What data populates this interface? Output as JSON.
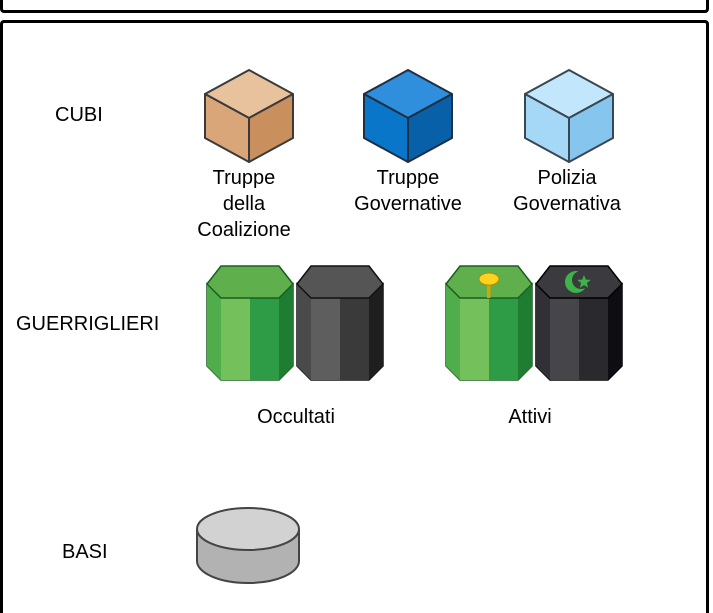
{
  "rows": {
    "cubes": "CUBI",
    "guerrillas": "GUERRIGLIERI",
    "bases": "BASI"
  },
  "cubes": {
    "coalition": {
      "caption_lines": [
        "Truppe",
        "della",
        "Coalizione"
      ],
      "color": "#d4a275"
    },
    "government_troops": {
      "caption_lines": [
        "Truppe",
        "Governative"
      ],
      "color": "#0a76c9"
    },
    "government_police": {
      "caption_lines": [
        "Polizia",
        "Governativa"
      ],
      "color": "#9fd4f4"
    }
  },
  "guerrillas": {
    "underground_caption": "Occultati",
    "active_caption": "Attivi",
    "colors": {
      "green": "#4cad4a",
      "black": "#3f3f3f"
    },
    "active_icons": {
      "green": "yellow-pin-icon",
      "black": "crescent-star-icon"
    }
  },
  "base": {
    "color": "#cfcfcf"
  }
}
